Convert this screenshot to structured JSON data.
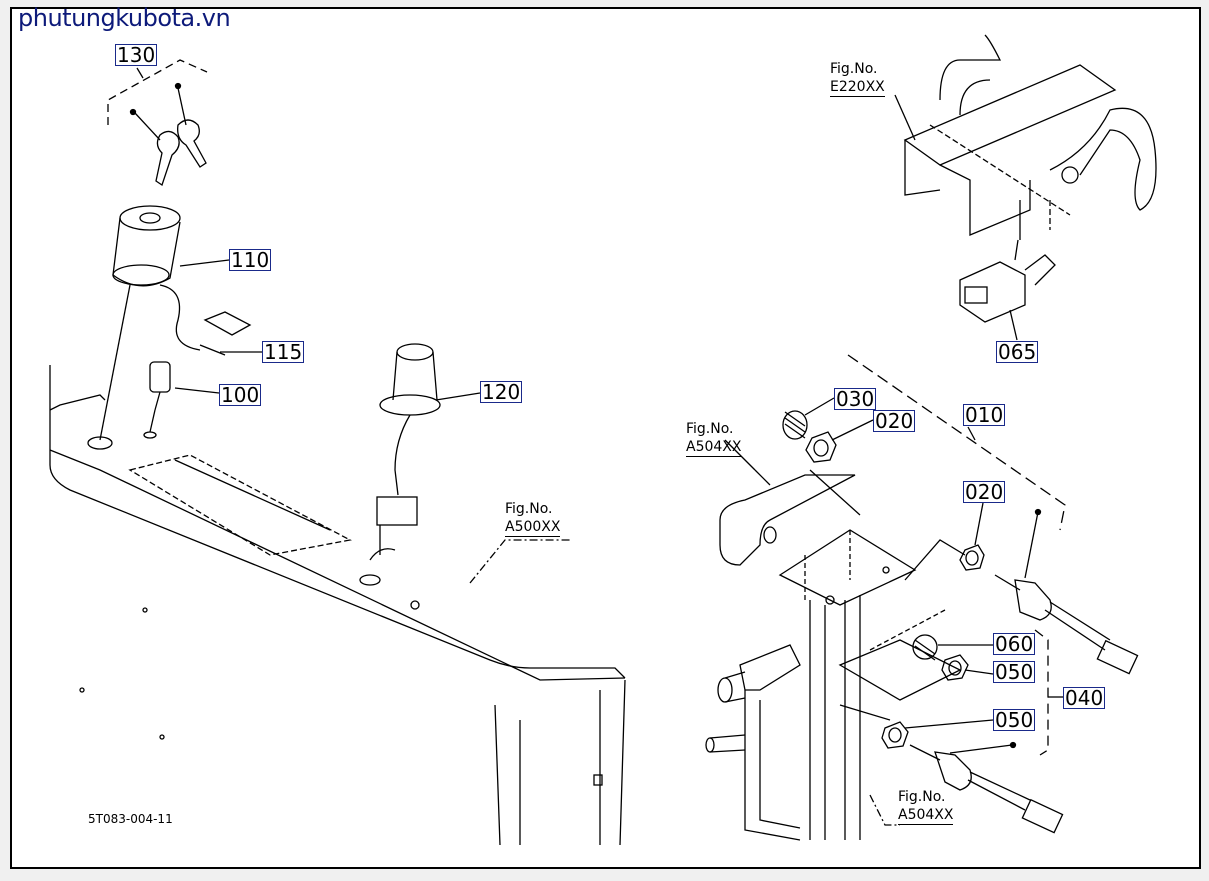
{
  "watermark": "phutungkubota.vn",
  "drawing_code": "5T083-004-11",
  "part_labels": [
    "130",
    "110",
    "115",
    "100",
    "120",
    "065",
    "030",
    "020",
    "010",
    "020",
    "060",
    "050",
    "040",
    "050"
  ],
  "figure_refs": [
    {
      "title": "Fig.No.",
      "code": "A500XX"
    },
    {
      "title": "Fig.No.",
      "code": "E220XX"
    },
    {
      "title": "Fig.No.",
      "code": "A504XX"
    },
    {
      "title": "Fig.No.",
      "code": "A504XX"
    }
  ],
  "colors": {
    "label_border": "#1a2a8a",
    "watermark": "#0d1a7a"
  }
}
